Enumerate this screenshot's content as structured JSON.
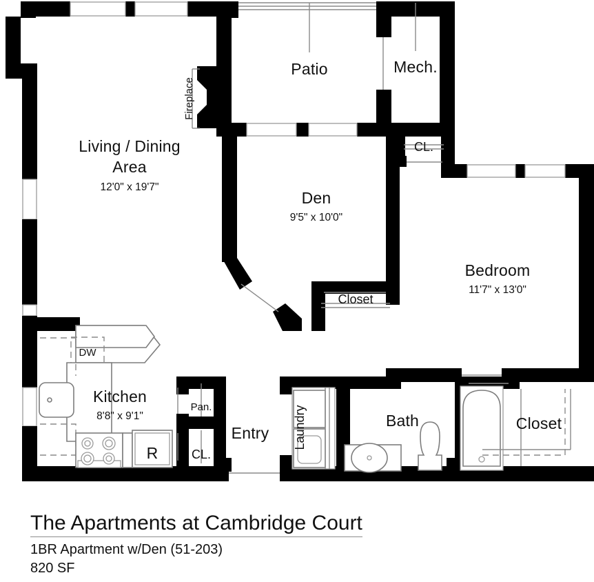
{
  "plan": {
    "rooms": [
      {
        "id": "living-dining",
        "label": "Living / Dining",
        "label2": "Area",
        "dim": "12'0\" x 19'7\""
      },
      {
        "id": "patio",
        "label": "Patio",
        "dim": ""
      },
      {
        "id": "mech",
        "label": "Mech.",
        "dim": ""
      },
      {
        "id": "den",
        "label": "Den",
        "dim": "9'5\" x 10'0\""
      },
      {
        "id": "bedroom",
        "label": "Bedroom",
        "dim": "11'7\" x 13'0\""
      },
      {
        "id": "kitchen",
        "label": "Kitchen",
        "dim": "8'8\" x 9'1\""
      },
      {
        "id": "bath",
        "label": "Bath",
        "dim": ""
      },
      {
        "id": "entry",
        "label": "Entry",
        "dim": ""
      }
    ],
    "closets": [
      {
        "id": "cl-upper",
        "label": "CL."
      },
      {
        "id": "closet-den",
        "label": "Closet"
      },
      {
        "id": "closet-bed",
        "label": "Closet"
      },
      {
        "id": "cl-entry",
        "label": "CL."
      },
      {
        "id": "pantry",
        "label": "Pan."
      }
    ],
    "features": [
      {
        "id": "fireplace",
        "label": "Fireplace"
      },
      {
        "id": "laundry",
        "label": "Laundry"
      }
    ],
    "appliances": [
      {
        "id": "dishwasher",
        "label": "DW"
      },
      {
        "id": "refrigerator",
        "label": "R"
      }
    ],
    "colors": {
      "wall": "#000000",
      "background": "#ffffff",
      "fixture_stroke": "#7d7d7d",
      "text": "#111111",
      "rule": "#8c8c8c"
    }
  },
  "caption": {
    "title": "The Apartments at Cambridge Court",
    "subtitle": "1BR Apartment w/Den (51-203)",
    "area": "820 SF"
  }
}
